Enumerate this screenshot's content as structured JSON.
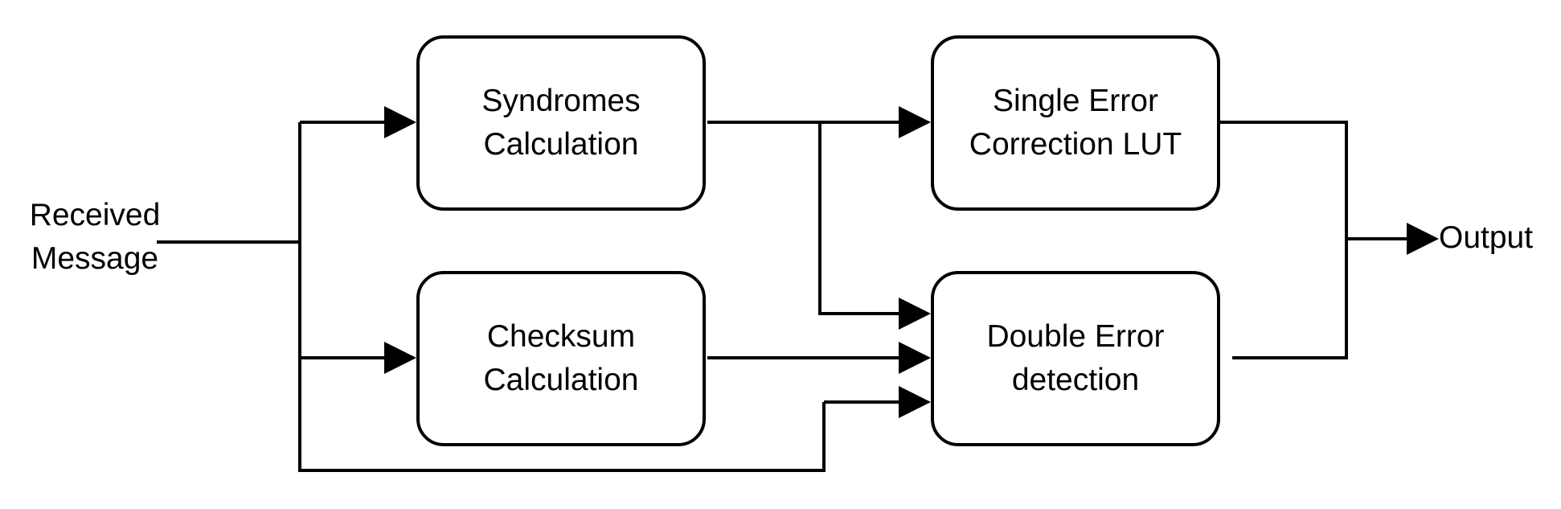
{
  "diagram": {
    "input_label": "Received\nMessage",
    "output_label": "Output",
    "blocks": {
      "syndromes": "Syndromes\nCalculation",
      "checksum": "Checksum\nCalculation",
      "single_error": "Single Error\nCorrection LUT",
      "double_error": "Double Error\ndetection"
    },
    "colors": {
      "stroke": "#000000",
      "background": "#ffffff"
    }
  }
}
